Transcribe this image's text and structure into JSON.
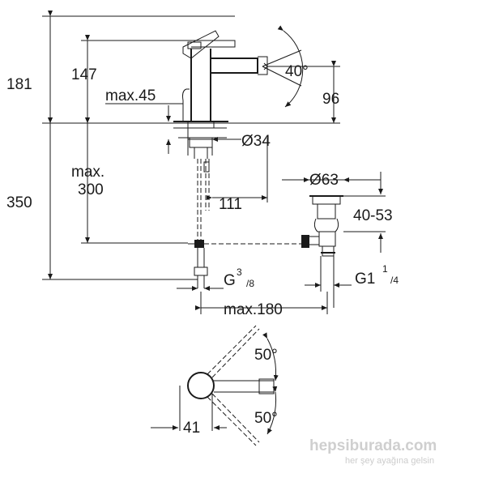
{
  "dimensions": {
    "d181": "181",
    "d147": "147",
    "max45": "max.45",
    "angle40": "40°",
    "d96": "96",
    "dia34": "Ø34",
    "max_label": "max.",
    "d300": "300",
    "d350": "350",
    "d111": "111",
    "dia63": "Ø63",
    "d4053": "40-53",
    "g38_base": "G",
    "g38_num": "3",
    "g38_den": "/8",
    "g114_base": "G1",
    "g114_num": "1",
    "g114_den": "/4",
    "max180": "max.180",
    "angle50_top": "50°",
    "angle50_bottom": "50°",
    "d41": "41"
  },
  "watermark": {
    "brand": "hepsiburada.com",
    "tagline": "her şey ayağına gelsin"
  },
  "colors": {
    "line": "#1a1a1a",
    "watermark": "#cfcfcf"
  }
}
